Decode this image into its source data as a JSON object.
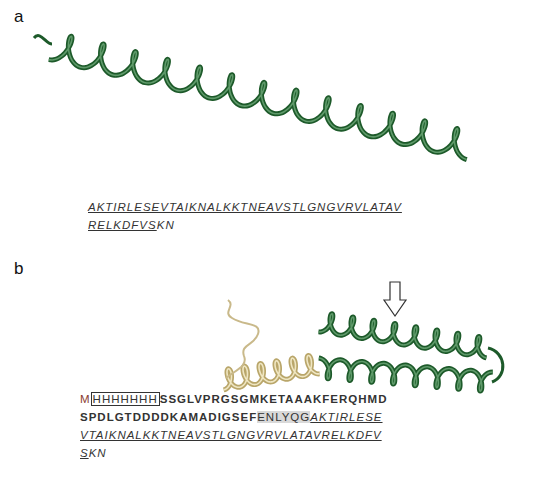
{
  "diagram": {
    "labels": [
      "a",
      "AKTIRLESEVTAIKNALKKTNEAVSTLGNGVRVLATAV",
      "RELKDFVS",
      "KN",
      "b",
      "M",
      "HHHHHHH",
      "SSGLVPRGSGMKETAAAKFERQHMD",
      "SPDLGTDDDDKAMADIGSEF",
      "ENLYQG",
      "AKTIRLESE",
      "VTAIKNALKKTNEAVSTLGNGVRVLATAVRELKDFV",
      "S",
      "KN"
    ]
  }
}
